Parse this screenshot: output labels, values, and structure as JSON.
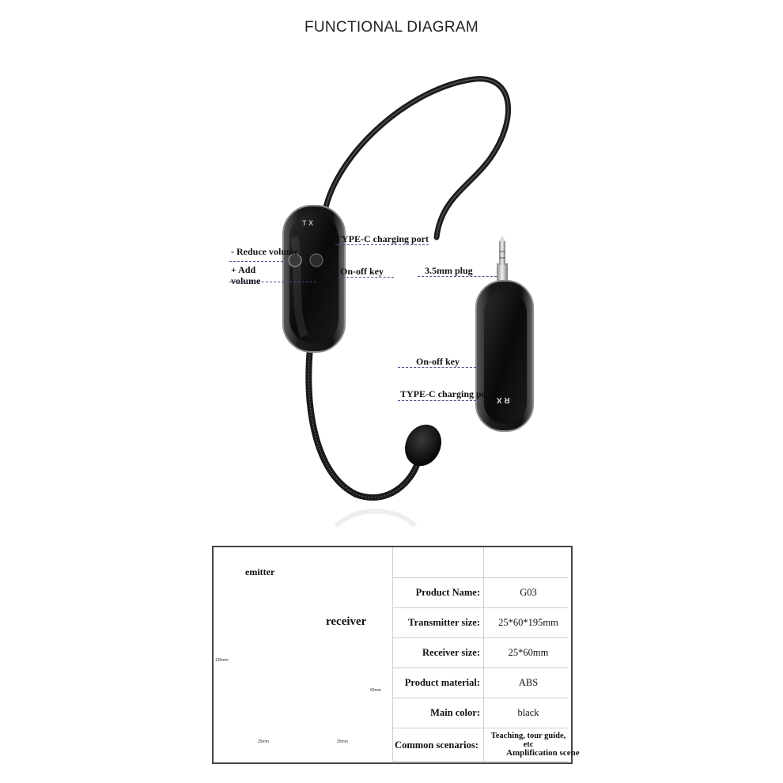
{
  "title": "FUNCTIONAL DIAGRAM",
  "transmitter": {
    "badge": "T X",
    "callouts": {
      "reduce_volume": "- Reduce volume,",
      "add_volume": "+ Add volume",
      "type_c": "TYPE-C charging port",
      "on_off": "On-off key"
    }
  },
  "receiver": {
    "badge": "R X",
    "callouts": {
      "plug": "3.5mm plug",
      "on_off": "On-off key",
      "type_c": "TYPE-C charging port"
    }
  },
  "spec_panel": {
    "emitter_label": "emitter",
    "receiver_label": "receiver",
    "dims": {
      "emitter_height": "195mm",
      "emitter_width": "25mm",
      "receiver_height": "60mm",
      "receiver_width": "25mm"
    },
    "rows": [
      {
        "label": "",
        "value": ""
      },
      {
        "label": "Product Name:",
        "value": "G03"
      },
      {
        "label": "Transmitter size:",
        "value": "25*60*195mm"
      },
      {
        "label": "Receiver size:",
        "value": "25*60mm"
      },
      {
        "label": "Product material:",
        "value": "ABS"
      },
      {
        "label": "Main color:",
        "value": "black"
      },
      {
        "label": "Common scenarios:",
        "value": "Teaching, tour guide, etc"
      }
    ],
    "overflow_note": "Amplification scene"
  },
  "colors": {
    "device": "#1a1a1a",
    "bezel": "#6b6b6b",
    "leader": "#4a4f8f"
  }
}
